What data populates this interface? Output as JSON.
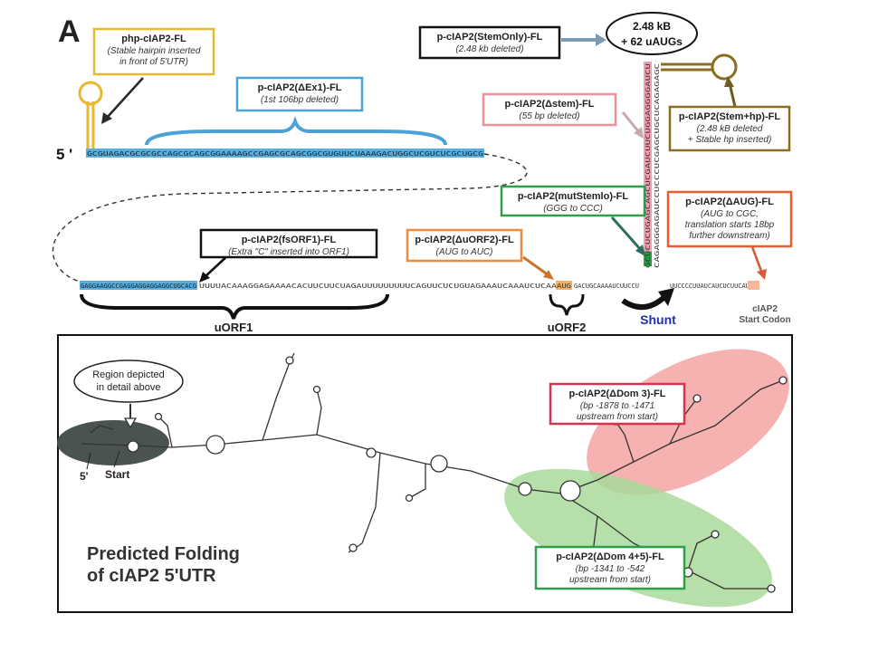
{
  "panel_label": "A",
  "five_prime_mark": "5 '",
  "construct_boxes": [
    {
      "id": "php",
      "title": "php-cIAP2-FL",
      "lines": [
        "(Stable hairpin inserted",
        "in front of 5'UTR)"
      ],
      "color": "#e8b830"
    },
    {
      "id": "dex1",
      "title": "p-cIAP2(ΔEx1)-FL",
      "lines": [
        "(1st 106bp deleted)"
      ],
      "color": "#4aa3d8"
    },
    {
      "id": "stemonly",
      "title": "p-cIAP2(StemOnly)-FL",
      "lines": [
        "(2.48 kb deleted)"
      ],
      "color": "#111111"
    },
    {
      "id": "dstem",
      "title": "p-cIAP2(Δstem)-FL",
      "lines": [
        "(55 bp deleted)"
      ],
      "color": "#ee8f9a"
    },
    {
      "id": "stemhp",
      "title": "p-cIAP2(Stem+hp)-FL",
      "lines": [
        "(2.48 kB deleted",
        "+ Stable hp inserted)"
      ],
      "color": "#8a6d1e"
    },
    {
      "id": "mutstem",
      "title": "p-cIAP2(mutStemlo)-FL",
      "lines": [
        "(GGG to CCC)"
      ],
      "color": "#2e9e4a"
    },
    {
      "id": "daug",
      "title": "p-cIAP2(ΔAUG)-FL",
      "lines": [
        "(AUG to CGC,",
        "translation starts 18bp",
        "further downstream)"
      ],
      "color": "#ef5b2b"
    },
    {
      "id": "fsorf1",
      "title": "p-cIAP2(fsORF1)-FL",
      "lines": [
        "(Extra \"C\" inserted into ORF1)"
      ],
      "color": "#111111"
    },
    {
      "id": "duorf2",
      "title": "p-cIAP2(ΔuORF2)-FL",
      "lines": [
        "(AUG to AUC)"
      ],
      "color": "#f08a3c"
    },
    {
      "id": "ddom3",
      "title": "p-cIAP2(ΔDom 3)-FL",
      "lines": [
        "(bp -1878 to -1471",
        "upstream from start)"
      ],
      "color": "#d8334f"
    },
    {
      "id": "ddom45",
      "title": "p-cIAP2(ΔDom 4+5)-FL",
      "lines": [
        "(bp -1341 to -542",
        "upstream from start)"
      ],
      "color": "#2e9e4a"
    }
  ],
  "deletion_bubble": {
    "line1": "2.48 kB",
    "line2": "+ 62 uAUGs"
  },
  "sequence_top": "GCGUAGACGCGCGCCAGCGCAGCGGAAAAGCCGAGCGCAGCGGCGUGUUCUAAAGACUGGCUCGUCUCGCUGCG",
  "sequence_bottom_orf1": "GAGGAAGGCCGAGGAGGAGGAGGCUGCACG",
  "sequence_bottom_rest": "UUUUACAAAGGAGAAAACACUUCUUCUAGAUUUUUUUUUCAGUUCUCUGUAGAAAUCAAAUCUCAA",
  "sequence_uorf2": "AUG",
  "sequence_after": "GACUGCAAAAUCUUCCU",
  "sequence_start": "UUCCCCUUAUCAUCUCUUCAUG",
  "vertical_stem_left": "GCUCUCUGAGCAGCUCGAUCUUCUGGAGGGGAUCU",
  "vertical_stem_right": "CAGAGGGAGAUCCUCCCUCGAGCUGCUCAGAGAGC",
  "labels": {
    "uorf1": "uORF1",
    "uorf2": "uORF2",
    "shunt": "Shunt",
    "start_line1": "cIAP2",
    "start_line2": "Start Codon"
  },
  "fold_panel": {
    "region_line1": "Region depicted",
    "region_line2": "in detail above",
    "five_prime": "5'",
    "start": "Start",
    "title_line1": "Predicted Folding",
    "title_line2": "of cIAP2 5'UTR"
  },
  "colors": {
    "orf_blue": "#5aaedc",
    "red_domain": "#f4a3a3",
    "green_domain": "#a9d99a",
    "dark_region": "#4a5252",
    "shunt_blue": "#1f2fa8"
  }
}
